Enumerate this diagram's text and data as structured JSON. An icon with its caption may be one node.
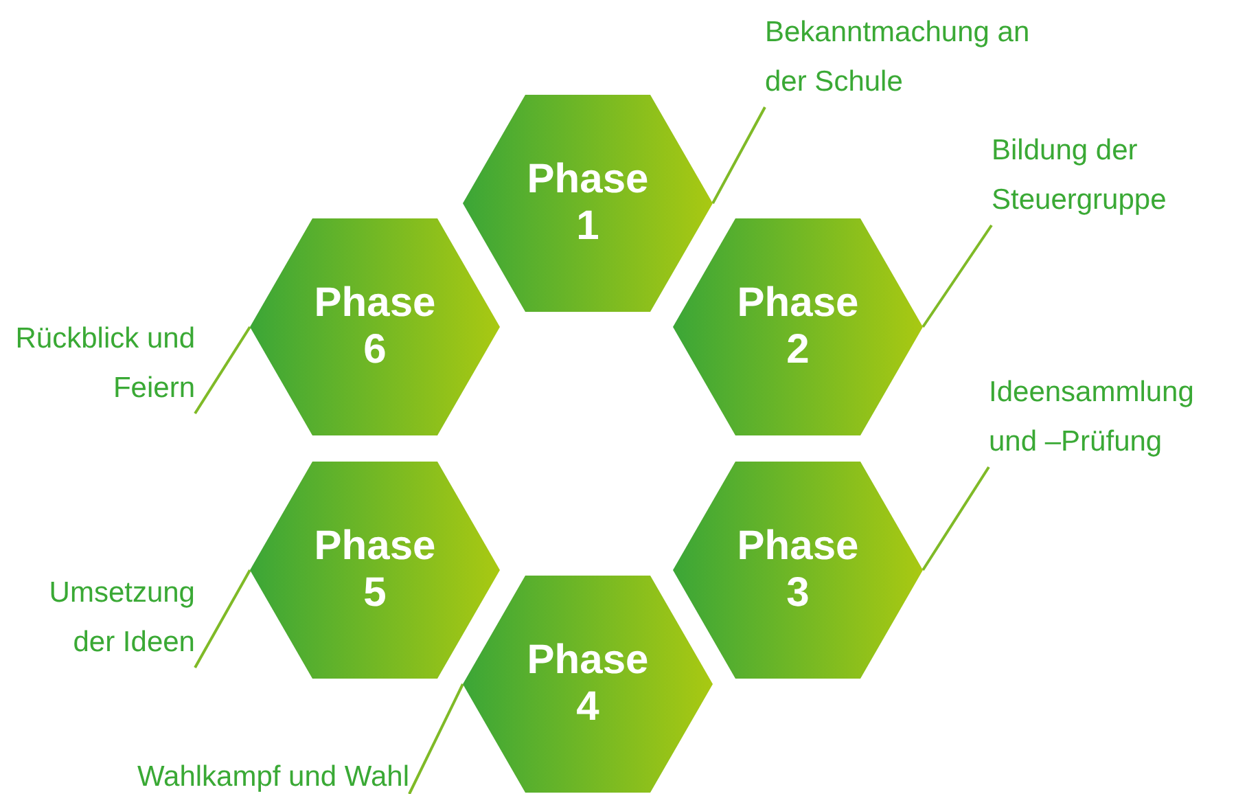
{
  "diagram": {
    "nodes": [
      {
        "text": [
          "Phase 1"
        ]
      },
      {
        "text": [
          "Phase 2"
        ]
      },
      {
        "text": [
          "Phase 3"
        ]
      },
      {
        "text": [
          "Phase 4"
        ]
      },
      {
        "text": [
          "Phase 5"
        ]
      },
      {
        "text": [
          "Phase 6"
        ]
      },
      {
        "text": [
          "Bekanntmachung an der Schule"
        ]
      },
      {
        "text": [
          "Bildung der Steuergruppe"
        ]
      },
      {
        "text": [
          "Ideensammlung und –Prüfung"
        ]
      },
      {
        "text": [
          "Wahlkampf und Wahl"
        ]
      },
      {
        "text": [
          "Umsetzung der Ideen"
        ]
      },
      {
        "text": [
          "Rückblick und Feiern"
        ]
      }
    ],
    "edges": [
      {
        "from": 6,
        "to": 0,
        "arrow": "none"
      },
      {
        "from": 7,
        "to": 1,
        "arrow": "none"
      },
      {
        "from": 8,
        "to": 2,
        "arrow": "none"
      },
      {
        "from": 9,
        "to": 3,
        "arrow": "none"
      },
      {
        "from": 10,
        "to": 4,
        "arrow": "none"
      },
      {
        "from": 11,
        "to": 5,
        "arrow": "none"
      }
    ]
  }
}
